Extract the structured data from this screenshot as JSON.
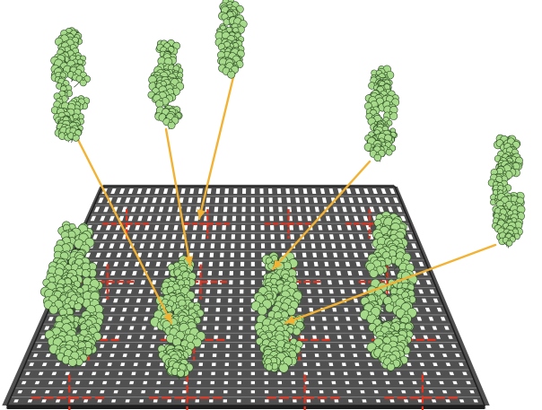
{
  "colors": {
    "background": "#ffffff",
    "grid_fill": "#ffffff",
    "grid_bar": "#505050",
    "grid_bar_light": "#8a8a8a",
    "grid_outline": "#1e1e1e",
    "marker": "#e8321e",
    "callout": "#f2b233",
    "leaf_fill": "#a6d98a",
    "leaf_stroke": "#2a4a22"
  },
  "icons": {
    "plant": "plant-icon",
    "marker": "crosshair-marker"
  },
  "diagram": {
    "grid_rows": 4,
    "grid_cols": 4,
    "callouts": 5,
    "field_plants": 4
  }
}
